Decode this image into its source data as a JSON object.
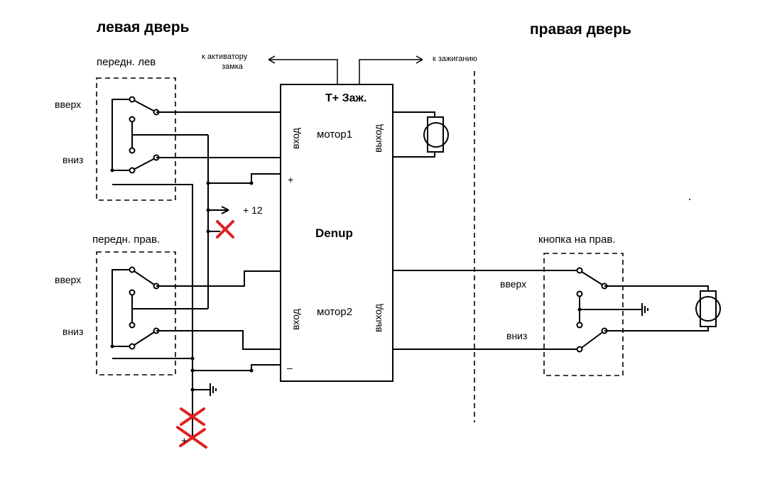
{
  "left_door": {
    "title": "левая дверь",
    "front_left_label": "передн. лев",
    "front_right_label": "передн. прав.",
    "up_label": "вверх",
    "down_label": "вниз"
  },
  "right_door": {
    "title": "правая дверь",
    "button_label": "кнопка на прав.",
    "up_label": "вверх",
    "down_label": "вниз"
  },
  "module": {
    "name": "Denup",
    "top_label": "T+  Заж.",
    "input_label": "вход",
    "output_label": "выход",
    "motor1_label": "мотор1",
    "motor2_label": "мотор2",
    "plus_label": "+",
    "minus_label": "–"
  },
  "arrows": {
    "to_lock_line1": "к активатору",
    "to_lock_line2": "замка",
    "to_ignition": "к зажиганию",
    "plus12": "+ 12",
    "plus_bottom": "+"
  },
  "colors": {
    "line": "#000000",
    "cross": "#e02020",
    "background": "#ffffff"
  }
}
